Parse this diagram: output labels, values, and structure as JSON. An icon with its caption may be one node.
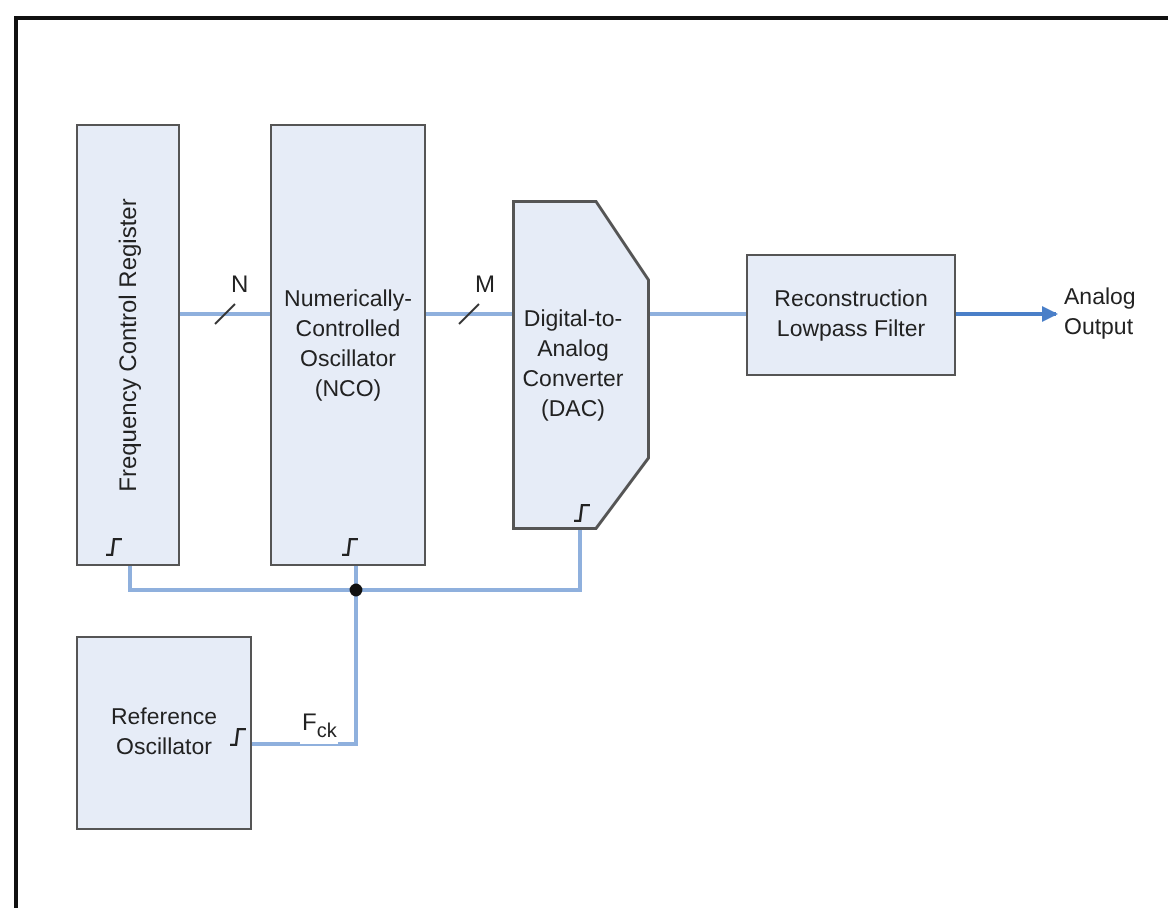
{
  "diagram": {
    "nodes": [
      {
        "text": [
          "Frequency Control Register"
        ]
      },
      {
        "text": [
          "Numerically-Controlled Oscillator (NCO)"
        ]
      },
      {
        "text": [
          "Digital-to-Analog Converter (DAC)"
        ]
      },
      {
        "text": [
          "Reconstruction Lowpass Filter"
        ]
      },
      {
        "text": [
          "Analog Output"
        ]
      },
      {
        "text": [
          "Reference Oscillator"
        ]
      }
    ],
    "edges": [
      {
        "from": 0,
        "to": 1,
        "arrow": "none",
        "label": "N"
      },
      {
        "from": 1,
        "to": 2,
        "arrow": "none",
        "label": "M"
      },
      {
        "from": 2,
        "to": 3,
        "arrow": "none"
      },
      {
        "from": 3,
        "to": 4,
        "arrow": "to"
      },
      {
        "from": 5,
        "to": 0,
        "arrow": "none"
      },
      {
        "from": 5,
        "to": 1,
        "arrow": "none"
      },
      {
        "from": 5,
        "to": 2,
        "arrow": "none"
      }
    ],
    "labels": [
      "F$_{ck}$"
    ]
  }
}
